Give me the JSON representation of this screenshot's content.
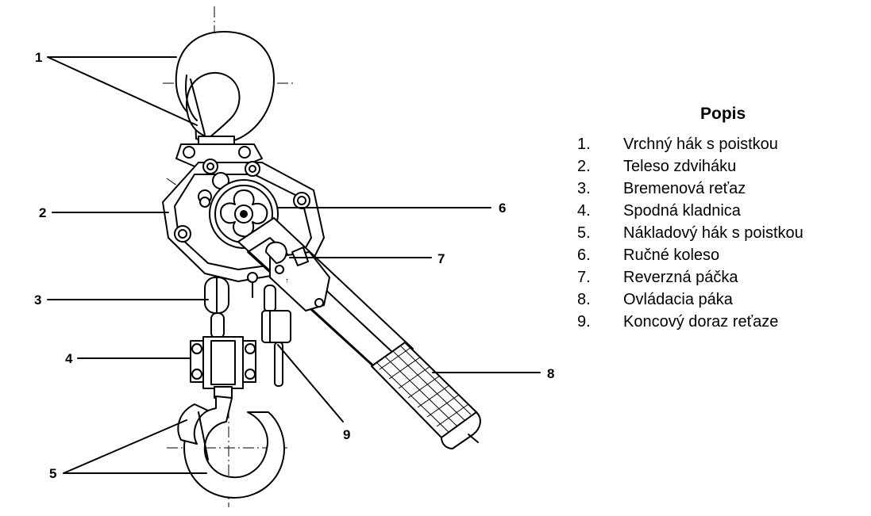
{
  "legend": {
    "title": "Popis",
    "items": [
      {
        "num": "1.",
        "text": "Vrchný hák s poistkou"
      },
      {
        "num": "2.",
        "text": "Teleso zdviháku"
      },
      {
        "num": "3.",
        "text": "Bremenová reťaz"
      },
      {
        "num": "4.",
        "text": "Spodná kladnica"
      },
      {
        "num": "5.",
        "text": "Nákladový hák s poistkou"
      },
      {
        "num": "6.",
        "text": "Ručné koleso"
      },
      {
        "num": "7.",
        "text": "Reverzná páčka"
      },
      {
        "num": "8.",
        "text": "Ovládacia páka"
      },
      {
        "num": "9.",
        "text": "Koncový doraz reťaze"
      }
    ]
  },
  "callouts": [
    "1",
    "2",
    "3",
    "4",
    "5",
    "6",
    "7",
    "8",
    "9"
  ]
}
